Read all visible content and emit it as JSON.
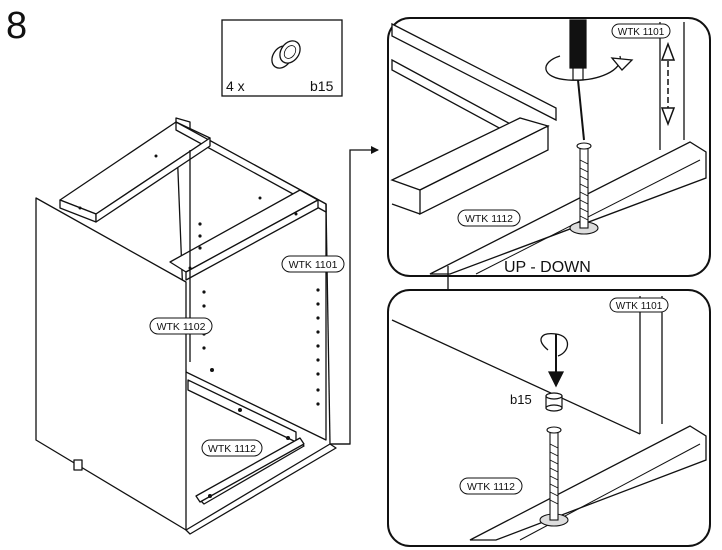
{
  "step": {
    "number": "8"
  },
  "parts_box": {
    "quantity": "4 x",
    "part_code": "b15"
  },
  "main_view": {
    "labels": {
      "side_panel": "WTK 1102",
      "back_panel": "WTK 1101",
      "rail": "WTK 1112"
    }
  },
  "detail_top": {
    "labels": {
      "panel": "WTK 1101",
      "rail": "WTK 1112"
    },
    "caption": "UP - DOWN"
  },
  "detail_bottom": {
    "labels": {
      "panel": "WTK 1101",
      "rail": "WTK 1112",
      "cap": "b15"
    }
  }
}
